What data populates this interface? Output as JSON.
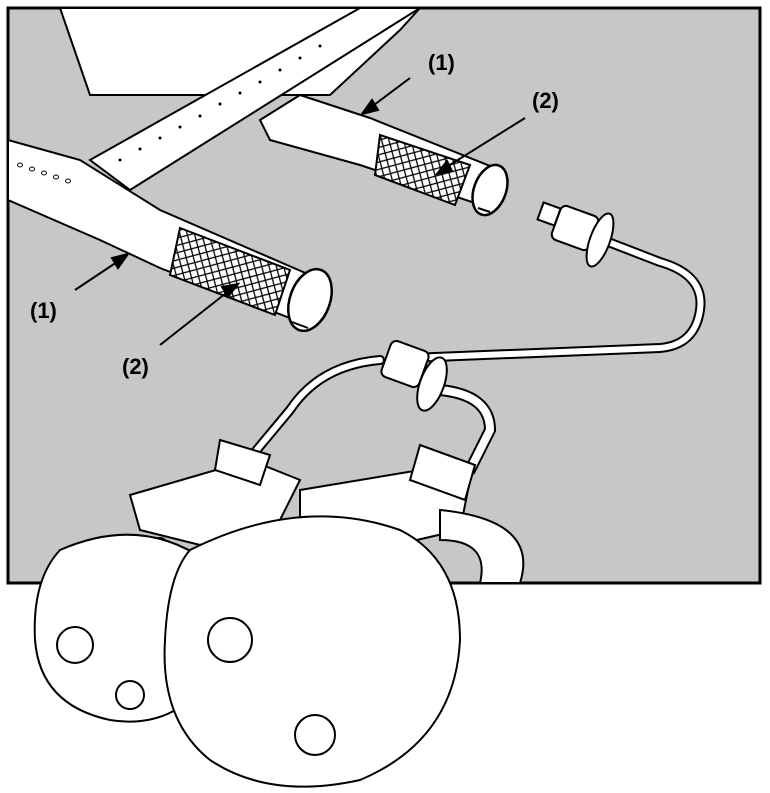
{
  "diagram": {
    "callouts": [
      {
        "id": "1",
        "text": "(1)"
      },
      {
        "id": "1b",
        "text": "(1)"
      },
      {
        "id": "2",
        "text": "(2)"
      },
      {
        "id": "2b",
        "text": "(2)"
      }
    ],
    "colors": {
      "panel": "#c7c7c7",
      "line": "#000000",
      "part": "#ffffff"
    },
    "icons": {
      "burner_tube": "burner-tube-icon",
      "venturi": "venturi-screen-icon",
      "valve": "gas-valve-icon",
      "knob": "control-knob-icon"
    }
  }
}
